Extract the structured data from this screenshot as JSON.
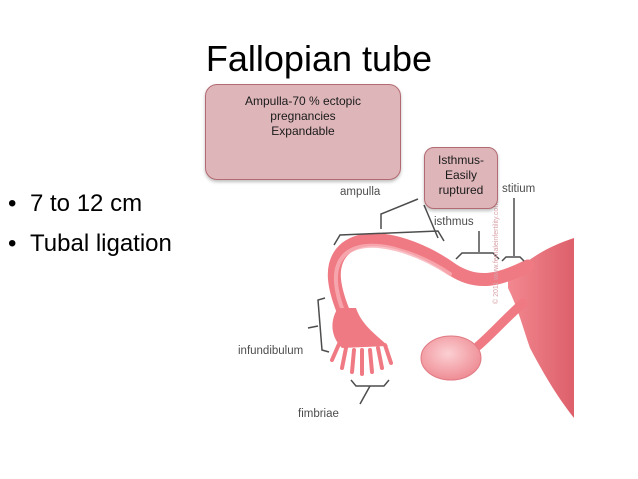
{
  "title": "Fallopian tube",
  "bullets": [
    {
      "symbol": "•",
      "text": "7 to 12 cm"
    },
    {
      "symbol": "•",
      "text": "Tubal ligation"
    }
  ],
  "callouts": {
    "ampulla": [
      "Ampulla-70 % ectopic",
      "pregnancies",
      "Expandable"
    ],
    "isthmus": [
      "Isthmus-",
      "Easily",
      "ruptured"
    ]
  },
  "diagram_labels": {
    "ampulla": "ampulla",
    "interstitium": "stitium",
    "isthmus": "isthmus",
    "infundibulum": "infundibulum",
    "fimbriae": "fimbriae",
    "watermark": "© 2011 www.femaleinfertility.com"
  },
  "colors": {
    "tube": "#f07a83",
    "tube_light": "#f6a3a9",
    "callout_fill": "#deb6b9",
    "callout_border": "#b36a72",
    "label_text": "#4d4d4d"
  }
}
